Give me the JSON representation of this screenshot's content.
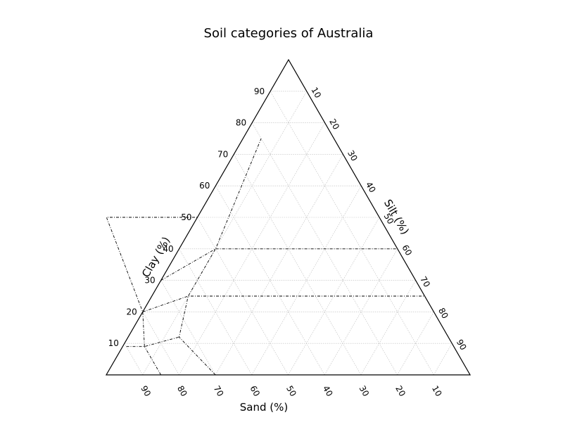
{
  "chart_data": {
    "type": "ternary",
    "title": "Soil categories of Australia",
    "axes": {
      "sand": {
        "label": "Sand (%)",
        "ticks": [
          "90",
          "80",
          "70",
          "60",
          "50",
          "40",
          "30",
          "20",
          "10"
        ]
      },
      "clay": {
        "label": "Clay (%)",
        "ticks": [
          "10",
          "20",
          "30",
          "40",
          "50",
          "60",
          "70",
          "80",
          "90"
        ]
      },
      "silt": {
        "label": "Silt (%)",
        "ticks": [
          "10",
          "20",
          "30",
          "40",
          "50",
          "60",
          "70",
          "80",
          "90"
        ]
      }
    },
    "grid": true,
    "boundaries": [
      {
        "points": [
          {
            "sand": 85,
            "clay": 0
          },
          {
            "sand": 85,
            "clay": 9
          }
        ]
      },
      {
        "points": [
          {
            "sand": 90,
            "clay": 9
          },
          {
            "sand": 85,
            "clay": 9
          },
          {
            "sand": 74,
            "clay": 12
          }
        ]
      },
      {
        "points": [
          {
            "sand": 85,
            "clay": 9
          },
          {
            "sand": 80,
            "clay": 20
          },
          {
            "sand": 75,
            "clay": 50
          },
          {
            "sand": 50,
            "clay": 50
          }
        ]
      },
      {
        "points": [
          {
            "sand": 80,
            "clay": 20
          },
          {
            "sand": 65,
            "clay": 25
          },
          {
            "sand": 0,
            "clay": 25
          }
        ]
      },
      {
        "points": [
          {
            "sand": 70,
            "clay": 0
          },
          {
            "sand": 74,
            "clay": 12
          },
          {
            "sand": 65,
            "clay": 25
          },
          {
            "sand": 50,
            "clay": 40
          },
          {
            "sand": 20,
            "clay": 75
          }
        ]
      },
      {
        "points": [
          {
            "sand": 70,
            "clay": 30
          },
          {
            "sand": 50,
            "clay": 40
          },
          {
            "sand": 0,
            "clay": 40
          }
        ]
      }
    ]
  }
}
